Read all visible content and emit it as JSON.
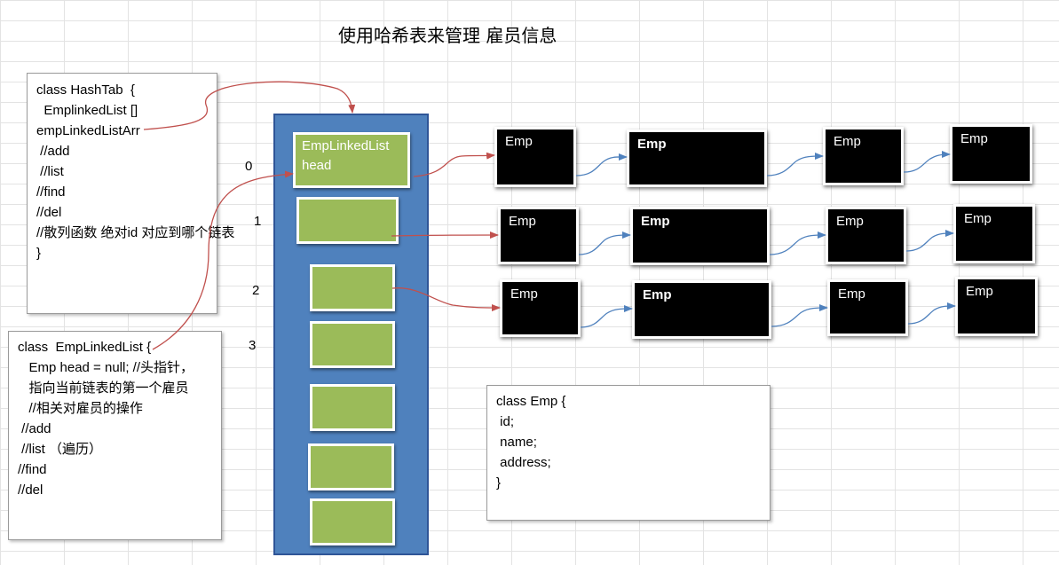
{
  "title": "使用哈希表来管理 雇员信息",
  "hashtab_box": {
    "lines": [
      "class HashTab  {",
      "  EmplinkedList []",
      "empLinkedListArr",
      " //add",
      " //list",
      "//find",
      "//del",
      "//散列函数 绝对id 对应到哪个链表",
      "}"
    ]
  },
  "emplinkedlist_box": {
    "lines": [
      "class  EmpLinkedList {",
      "   Emp head = null; //头指针，",
      "   指向当前链表的第一个雇员",
      "   //相关对雇员的操作",
      " //add",
      " //list （遍历）",
      "//find",
      "//del"
    ]
  },
  "emp_box": {
    "lines": [
      "class Emp {",
      " id;",
      " name;",
      " address;",
      "}"
    ]
  },
  "indices": [
    "0",
    "1",
    "2",
    "3"
  ],
  "head_slot_label": "EmpLinkedList\nhead",
  "emp_label": "Emp",
  "colors": {
    "panel": "#4f81bd",
    "slot": "#9bbb59",
    "node": "#000000",
    "red_arrow": "#c0504d",
    "blue_arrow": "#4f81bd"
  }
}
